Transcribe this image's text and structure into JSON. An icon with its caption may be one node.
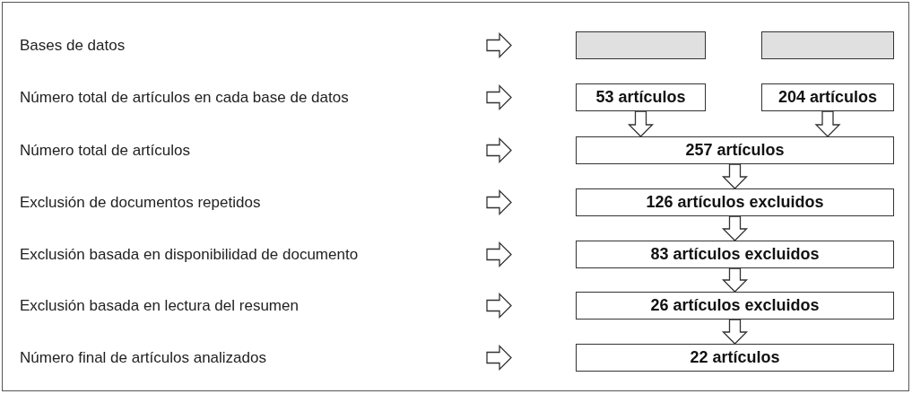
{
  "diagram": {
    "nodes": [
      {
        "text": [],
        "shape": "box"
      },
      {
        "text": [],
        "shape": "box"
      },
      {
        "text": [
          "53 artículos"
        ]
      },
      {
        "text": [
          "204 artículos"
        ]
      },
      {
        "text": [
          "257 artículos"
        ]
      },
      {
        "text": [
          "126 artículos excluidos"
        ]
      },
      {
        "text": [
          "83 artículos excluidos"
        ]
      },
      {
        "text": [
          "26 artículos excluidos"
        ]
      },
      {
        "text": [
          "22 artículos"
        ]
      }
    ],
    "edges": [
      {
        "from": 2,
        "to": 4,
        "arrow": "to"
      },
      {
        "from": 3,
        "to": 4,
        "arrow": "to"
      },
      {
        "from": 4,
        "to": 5,
        "arrow": "to"
      },
      {
        "from": 5,
        "to": 6,
        "arrow": "to"
      },
      {
        "from": 6,
        "to": 7,
        "arrow": "to"
      },
      {
        "from": 7,
        "to": 8,
        "arrow": "to"
      }
    ],
    "labels": [
      "Bases de datos",
      "Número total de artículos en cada base de datos",
      "Número total de artículos",
      "Exclusión de documentos repetidos",
      "Exclusión basada en disponibilidad de documento",
      "Exclusión basada en lectura del resumen",
      "Número final de artículos analizados"
    ]
  }
}
